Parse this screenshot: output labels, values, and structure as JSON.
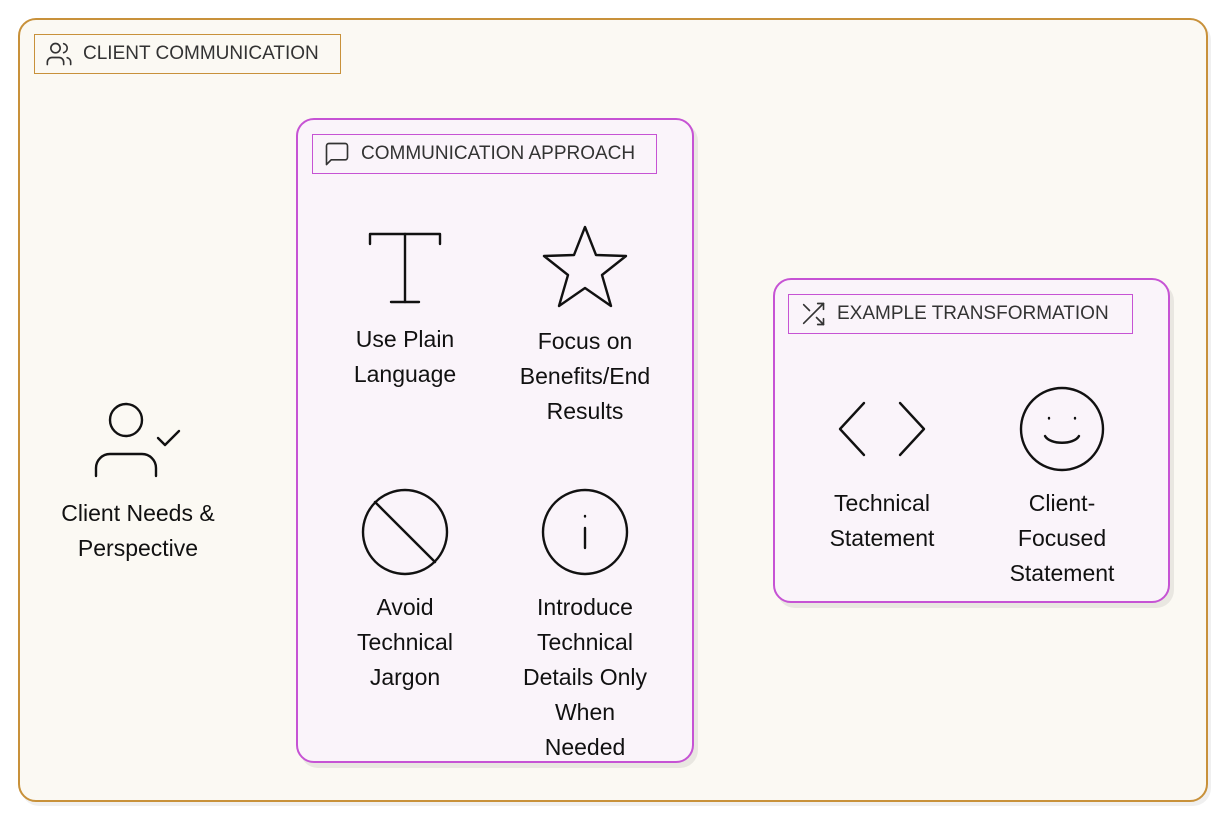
{
  "outer_group": {
    "title": "CLIENT COMMUNICATION",
    "icon": "users-icon"
  },
  "client_node": {
    "label": "Client Needs & Perspective",
    "icon": "user-check-icon"
  },
  "approach_group": {
    "title": "COMMUNICATION APPROACH",
    "icon": "message-square-icon",
    "items": [
      {
        "label": "Use Plain Language",
        "icon": "type-icon"
      },
      {
        "label": "Focus on Benefits/End Results",
        "icon": "star-icon"
      },
      {
        "label": "Avoid Technical Jargon",
        "icon": "ban-icon"
      },
      {
        "label": "Introduce Technical Details Only When Needed",
        "icon": "info-icon"
      }
    ]
  },
  "example_group": {
    "title": "EXAMPLE TRANSFORMATION",
    "icon": "shuffle-icon",
    "items": [
      {
        "label": "Technical Statement",
        "icon": "code-icon"
      },
      {
        "label": "Client-Focused Statement",
        "icon": "smile-icon"
      }
    ]
  },
  "colors": {
    "outer_border": "#c8913a",
    "outer_fill": "#fbf9f3",
    "group_border": "#c653d4",
    "group_fill": "#faf4fa",
    "text": "#111111"
  }
}
